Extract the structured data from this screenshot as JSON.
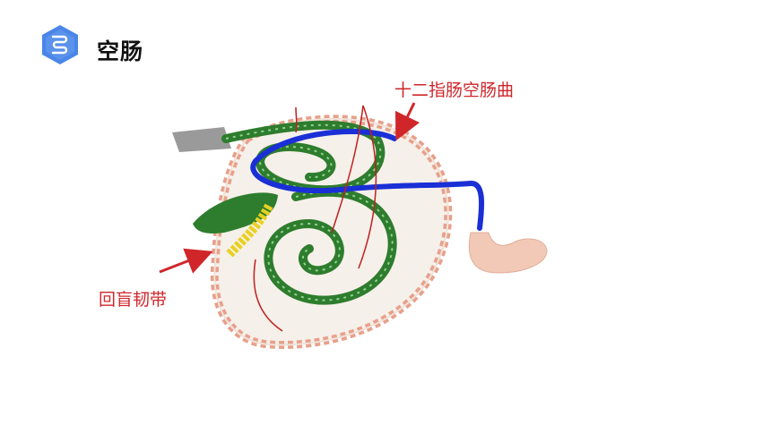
{
  "header": {
    "title": "空肠",
    "icon": "intestine-icon",
    "badge_color": "#4a86e8"
  },
  "diagram": {
    "labels": {
      "duodenojejunal_flexure": "十二指肠空肠曲",
      "ileocecal_ligament": "回盲韧带"
    },
    "label_color": "#d0262a",
    "colors": {
      "intestine_green": "#2e7d2e",
      "duodenum_blue": "#1a2fd6",
      "ileum_yellow": "#e8d020",
      "mesentery_edge": "#e8a08a",
      "stomach_pink": "#f2c8b6",
      "esophagus_gray": "#9a9a9a"
    }
  }
}
